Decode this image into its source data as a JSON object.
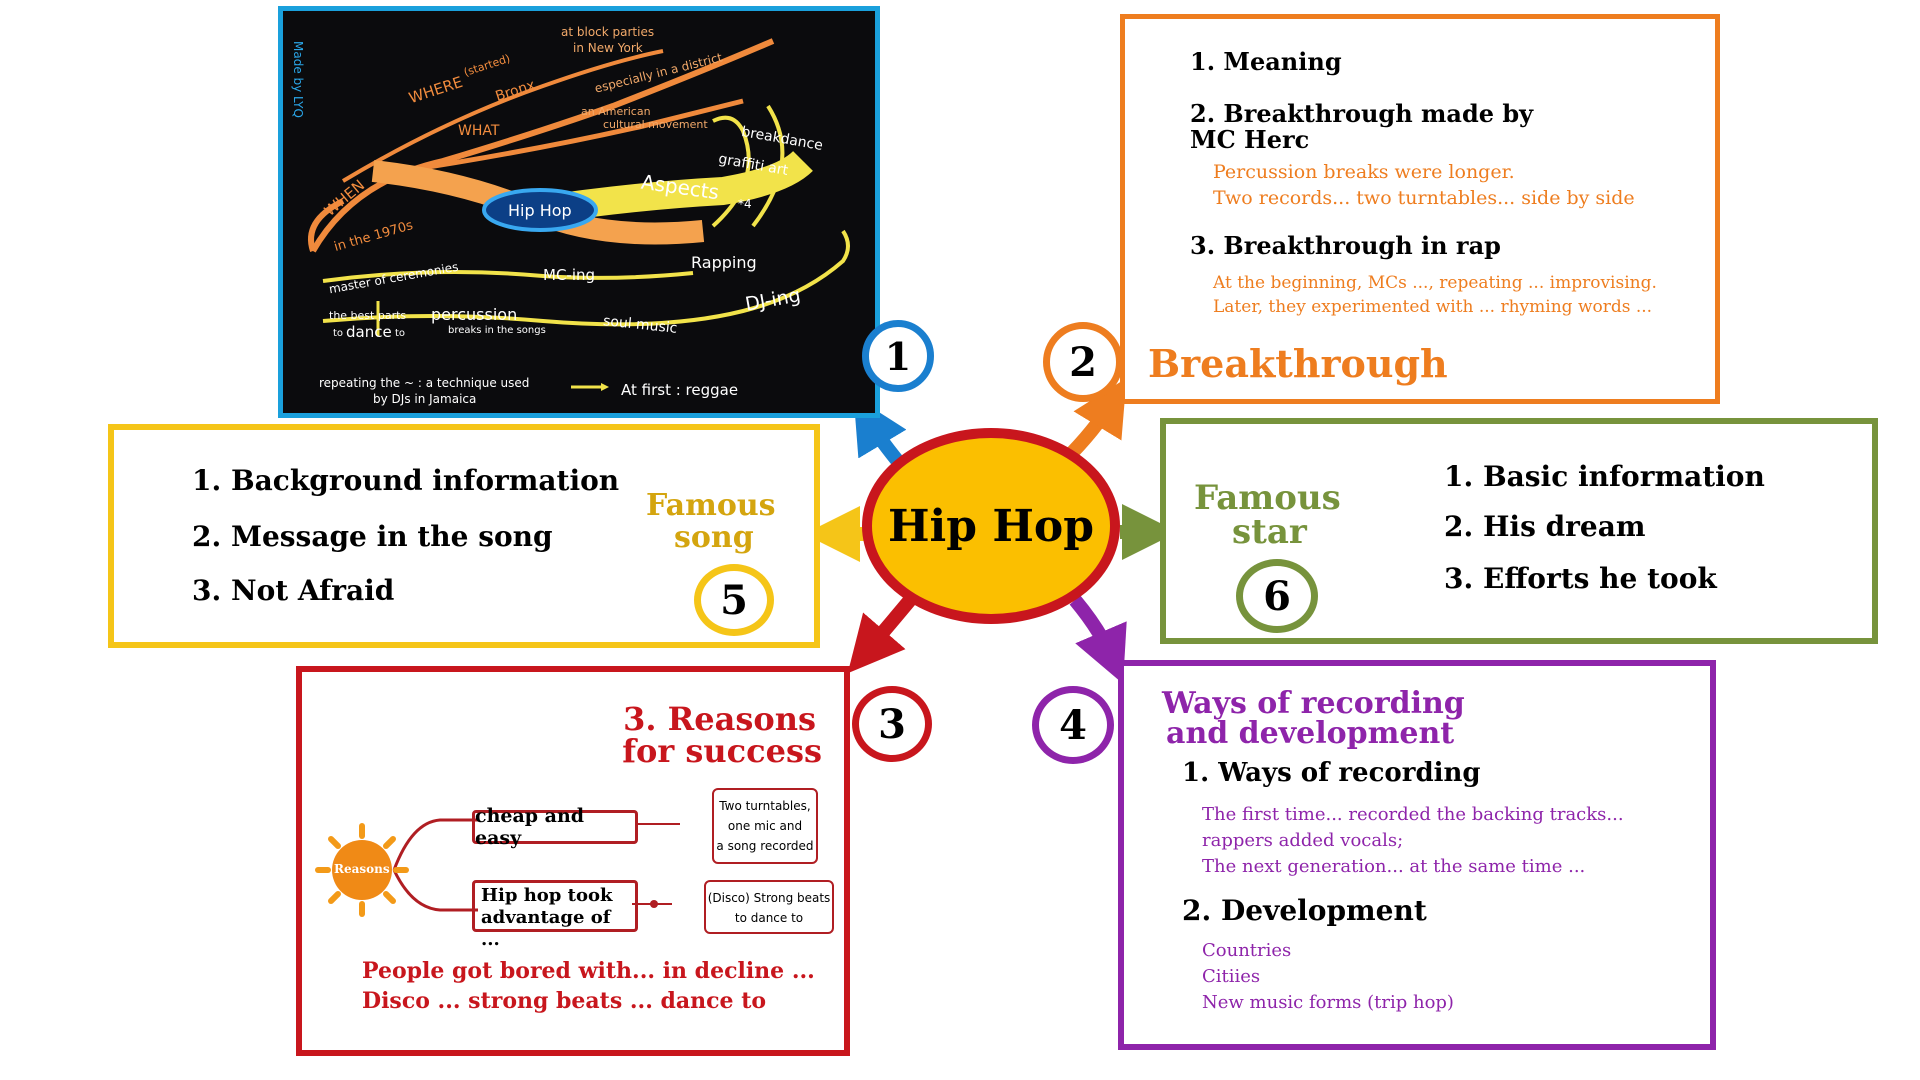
{
  "center": {
    "title": "Hip Hop"
  },
  "panel1": {
    "number": "1",
    "made_by": "Made by LYQ",
    "labels": {
      "where": "WHERE",
      "started": "(started)",
      "bronx": "Bronx",
      "block_parties": "at block parties",
      "in_new_york": "in New York",
      "district": "especially in a district",
      "what": "WHAT",
      "american": "an American",
      "cultural": "cultural movement",
      "when": "WHEN",
      "in_1970s": "in the 1970s",
      "hip_hop": "Hip Hop",
      "aspects": "Aspects",
      "aspects_count": "*4",
      "breakdance": "breakdance",
      "graffiti": "graffiti art",
      "master": "master of ceremonies",
      "mc_ing": "MC-ing",
      "rapping": "Rapping",
      "dj_ing": "DJ-ing",
      "best_parts": "the best parts",
      "to_dance_to_a": "to",
      "dance": "dance",
      "to_dance_to_b": "to",
      "percussion": "percussion",
      "breaks": "breaks in the songs",
      "soul": "soul music",
      "repeating": "repeating the ~ :  a technique used",
      "by_djs": "by DJs in Jamaica",
      "reggae": "At first : reggae"
    }
  },
  "panel2": {
    "number": "2",
    "title": "Breakthrough",
    "item1": "1. Meaning",
    "item2_a": "2. Breakthrough made by",
    "item2_b": "MC Herc",
    "detail2_a": "Percussion breaks were longer.",
    "detail2_b": "Two records... two turntables... side by side",
    "item3": "3. Breakthrough in rap",
    "detail3_a": "At the beginning, MCs ..., repeating ... improvising.",
    "detail3_b": "Later, they experimented with ... rhyming words ..."
  },
  "panel3": {
    "number": "3",
    "title_a": "3. Reasons",
    "title_b": "for success",
    "sun_label": "Reasons",
    "reason1": "cheap and easy",
    "reason1_detail_a": "Two turntables,",
    "reason1_detail_b": "one mic and",
    "reason1_detail_c": "a song recorded",
    "reason2_a": "Hip hop took",
    "reason2_b": "advantage of ...",
    "reason2_detail_a": "(Disco) Strong beats",
    "reason2_detail_b": "to dance to",
    "footer_a": "People got bored with... in decline ...",
    "footer_b": "Disco ... strong beats ... dance to"
  },
  "panel4": {
    "number": "4",
    "title_a": "Ways of recording",
    "title_b": "and  development",
    "item1": "1. Ways of recording",
    "detail1_a": "The first time... recorded the backing tracks...",
    "detail1_b": "rappers added vocals;",
    "detail1_c": "The next generation... at the same time ...",
    "item2": "2. Development",
    "detail2_a": "Countries",
    "detail2_b": "Citiies",
    "detail2_c": "New music forms (trip hop)"
  },
  "panel5": {
    "number": "5",
    "label_a": "Famous",
    "label_b": "song",
    "item1": "1. Background information",
    "item2": "2. Message in the song",
    "item3": "3. Not Afraid"
  },
  "panel6": {
    "number": "6",
    "label_a": "Famous",
    "label_b": "star",
    "item1": "1. Basic information",
    "item2": "2. His dream",
    "item3": "3. Efforts he took"
  },
  "colors": {
    "blue": "#1a7fcf",
    "orange": "#ee7d1f",
    "red": "#c8161d",
    "purple": "#8e24aa",
    "yellow": "#f5c518",
    "green": "#77933c",
    "center_fill": "#fbbf00"
  }
}
